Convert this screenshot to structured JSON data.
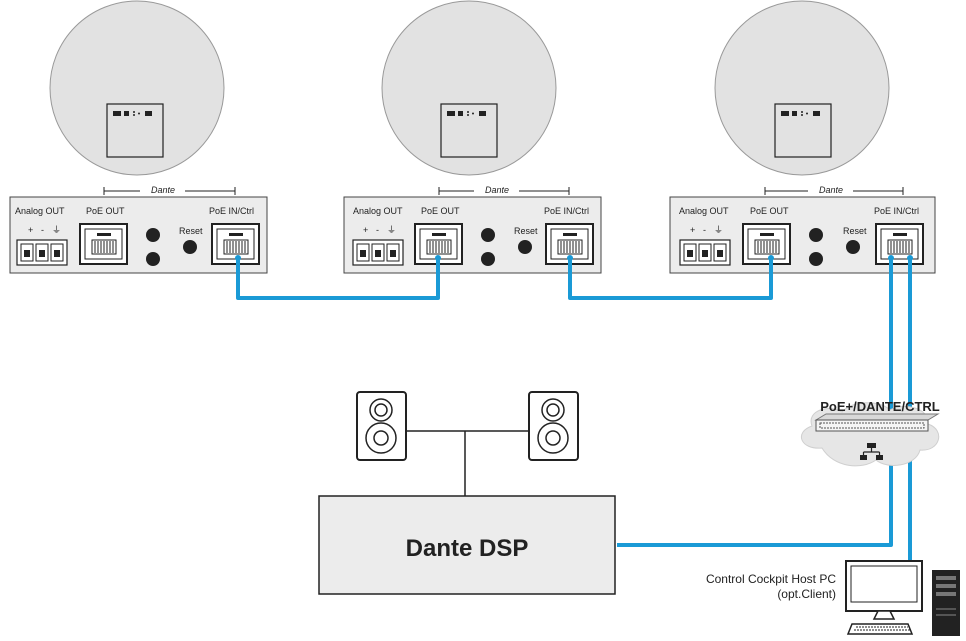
{
  "devices": [
    {
      "dante_logo": "Dante",
      "analog_out_label": "Analog OUT",
      "terminal_signs": [
        "+",
        "-",
        "⏚"
      ],
      "poe_out_label": "PoE OUT",
      "reset_label": "Reset",
      "poe_in_label": "PoE IN/Ctrl"
    },
    {
      "dante_logo": "Dante",
      "analog_out_label": "Analog OUT",
      "terminal_signs": [
        "+",
        "-",
        "⏚"
      ],
      "poe_out_label": "PoE OUT",
      "reset_label": "Reset",
      "poe_in_label": "PoE IN/Ctrl"
    },
    {
      "dante_logo": "Dante",
      "analog_out_label": "Analog OUT",
      "terminal_signs": [
        "+",
        "-",
        "⏚"
      ],
      "poe_out_label": "PoE OUT",
      "reset_label": "Reset",
      "poe_in_label": "PoE IN/Ctrl"
    }
  ],
  "network_label": "PoE+/DANTE/CTRL",
  "dsp_label": "Dante DSP",
  "pc_label_line1": "Control Cockpit Host PC",
  "pc_label_line2": "(opt.Client)",
  "cable_color": "#1a9ad6",
  "panel_bg": "#ececec",
  "speaker_disc_color": "#e2e2e2"
}
